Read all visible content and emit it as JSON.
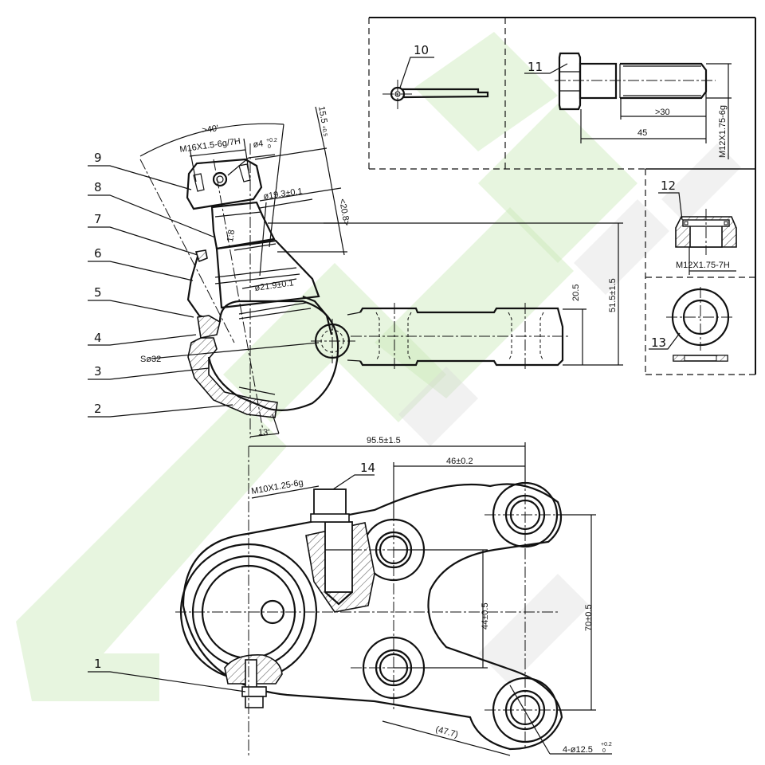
{
  "drawing": {
    "title": "Ball joint assembly technical drawing",
    "colors": {
      "line": "#111111",
      "background": "#ffffff",
      "watermark_green": "#c9e9b8",
      "watermark_gray": "#d8d8d8"
    }
  },
  "part_labels": [
    {
      "id": "1",
      "text": "1"
    },
    {
      "id": "2",
      "text": "2"
    },
    {
      "id": "3",
      "text": "3"
    },
    {
      "id": "4",
      "text": "4"
    },
    {
      "id": "5",
      "text": "5"
    },
    {
      "id": "6",
      "text": "6"
    },
    {
      "id": "7",
      "text": "7"
    },
    {
      "id": "8",
      "text": "8"
    },
    {
      "id": "9",
      "text": "9"
    },
    {
      "id": "10",
      "text": "10"
    },
    {
      "id": "11",
      "text": "11"
    },
    {
      "id": "12",
      "text": "12"
    },
    {
      "id": "13",
      "text": "13"
    },
    {
      "id": "14",
      "text": "14"
    }
  ],
  "dimensions": {
    "angle_40": ">40'",
    "thread_stud": "M16X1.5-6g/7H",
    "hole_d4": "ø4",
    "hole_d4_tol_upper": "+0.2",
    "hole_d4_tol_lower": "0",
    "dim_15_5": "15.5",
    "dim_15_5_tol_upper": "+0.5",
    "dim_15_5_tol_lower": "0",
    "dia_19_3": "ø19.3±0.1",
    "dim_20_8": "<20.8>",
    "taper": "1:8",
    "dia_21_9": "ø21.9±0.1",
    "sphere": "Sø32",
    "angle_13": "13'",
    "dim_20_5": "20.5",
    "dim_51_5": "51.5±1.5",
    "dim_95_5": "95.5±1.5",
    "dim_46": "46±0.2",
    "thread_grease": "M10X1.25-6g",
    "dim_44": "44±0.5",
    "dim_70": "70±0.5",
    "dim_47_7": "(47.7)",
    "holes": "4-ø12.5",
    "holes_tol_upper": "+0.2",
    "holes_tol_lower": "0"
  },
  "detail_views": {
    "bolt": {
      "length_thread": ">30",
      "length_total": "45",
      "thread": "M12X1.75-6g"
    },
    "nut": {
      "thread": "M12X1.75-7H"
    }
  }
}
